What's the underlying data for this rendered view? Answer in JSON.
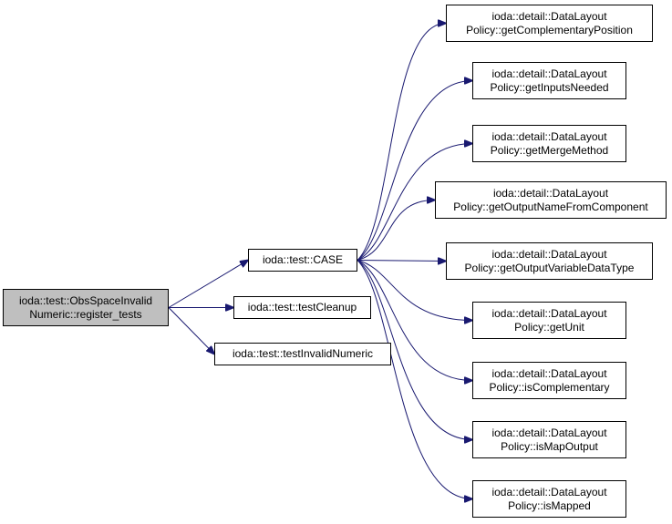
{
  "colors": {
    "edge": "#191970",
    "root_fill": "#bfbfbf",
    "node_fill": "#ffffff",
    "node_border": "#000000"
  },
  "nodes": [
    {
      "id": "root",
      "lines": [
        "ioda::test::ObsSpaceInvalid",
        "Numeric::register_tests"
      ]
    },
    {
      "id": "case",
      "lines": [
        "ioda::test::CASE"
      ]
    },
    {
      "id": "cleanup",
      "lines": [
        "ioda::test::testCleanup"
      ]
    },
    {
      "id": "invalid",
      "lines": [
        "ioda::test::testInvalidNumeric"
      ]
    },
    {
      "id": "comppos",
      "lines": [
        "ioda::detail::DataLayout",
        "Policy::getComplementaryPosition"
      ]
    },
    {
      "id": "inputs",
      "lines": [
        "ioda::detail::DataLayout",
        "Policy::getInputsNeeded"
      ]
    },
    {
      "id": "merge",
      "lines": [
        "ioda::detail::DataLayout",
        "Policy::getMergeMethod"
      ]
    },
    {
      "id": "outname",
      "lines": [
        "ioda::detail::DataLayout",
        "Policy::getOutputNameFromComponent"
      ]
    },
    {
      "id": "outtype",
      "lines": [
        "ioda::detail::DataLayout",
        "Policy::getOutputVariableDataType"
      ]
    },
    {
      "id": "unit",
      "lines": [
        "ioda::detail::DataLayout",
        "Policy::getUnit"
      ]
    },
    {
      "id": "iscomp",
      "lines": [
        "ioda::detail::DataLayout",
        "Policy::isComplementary"
      ]
    },
    {
      "id": "ismapout",
      "lines": [
        "ioda::detail::DataLayout",
        "Policy::isMapOutput"
      ]
    },
    {
      "id": "ismapped",
      "lines": [
        "ioda::detail::DataLayout",
        "Policy::isMapped"
      ]
    }
  ],
  "edges": [
    {
      "from": "root",
      "to": "case"
    },
    {
      "from": "root",
      "to": "cleanup"
    },
    {
      "from": "root",
      "to": "invalid"
    },
    {
      "from": "case",
      "to": "comppos"
    },
    {
      "from": "case",
      "to": "inputs"
    },
    {
      "from": "case",
      "to": "merge"
    },
    {
      "from": "case",
      "to": "outname"
    },
    {
      "from": "case",
      "to": "outtype"
    },
    {
      "from": "case",
      "to": "unit"
    },
    {
      "from": "case",
      "to": "iscomp"
    },
    {
      "from": "case",
      "to": "ismapout"
    },
    {
      "from": "case",
      "to": "ismapped"
    }
  ]
}
